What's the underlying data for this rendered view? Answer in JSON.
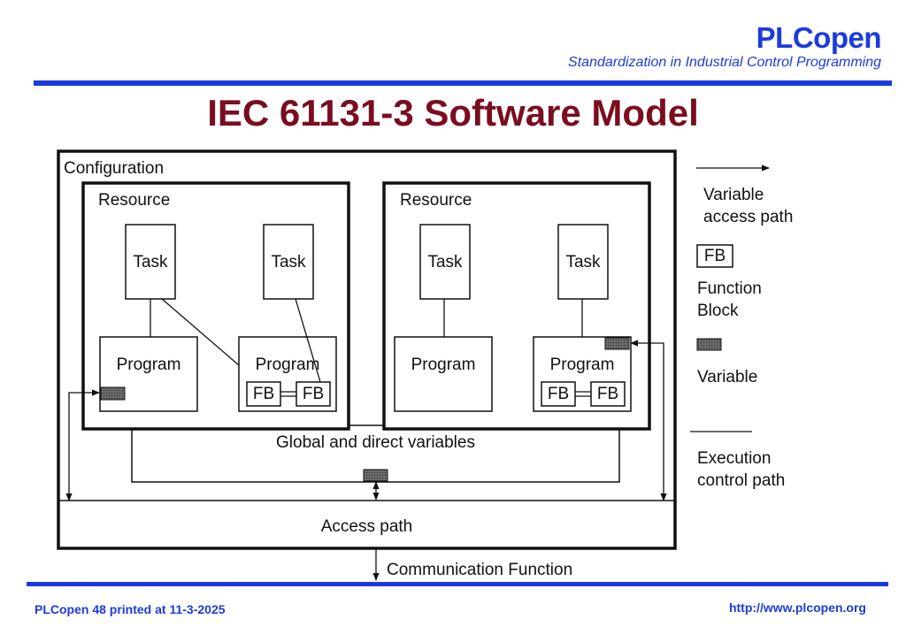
{
  "header": {
    "brand": "PLCopen",
    "tagline": "Standardization in Industrial Control Programming"
  },
  "title": "IEC 61131-3 Software Model",
  "diagram": {
    "configuration_label": "Configuration",
    "resource_label": "Resource",
    "task_label": "Task",
    "program_label": "Program",
    "fb_label": "FB",
    "global_variables_label": "Global and direct variables",
    "access_path_label": "Access path",
    "communication_function_label": "Communication Function"
  },
  "legend": {
    "variable_access_path": "Variable\naccess path",
    "fb_label": "FB",
    "function_block": "Function\nBlock",
    "variable": "Variable",
    "execution_control_path": "Execution\ncontrol path"
  },
  "footer": {
    "left": "PLCopen  48  printed at 11-3-2025",
    "right": "http://www.plcopen.org"
  },
  "colors": {
    "brand_blue": "#1b3bdf",
    "title_red": "#7a0d1f",
    "variable_fill": "#555555"
  }
}
